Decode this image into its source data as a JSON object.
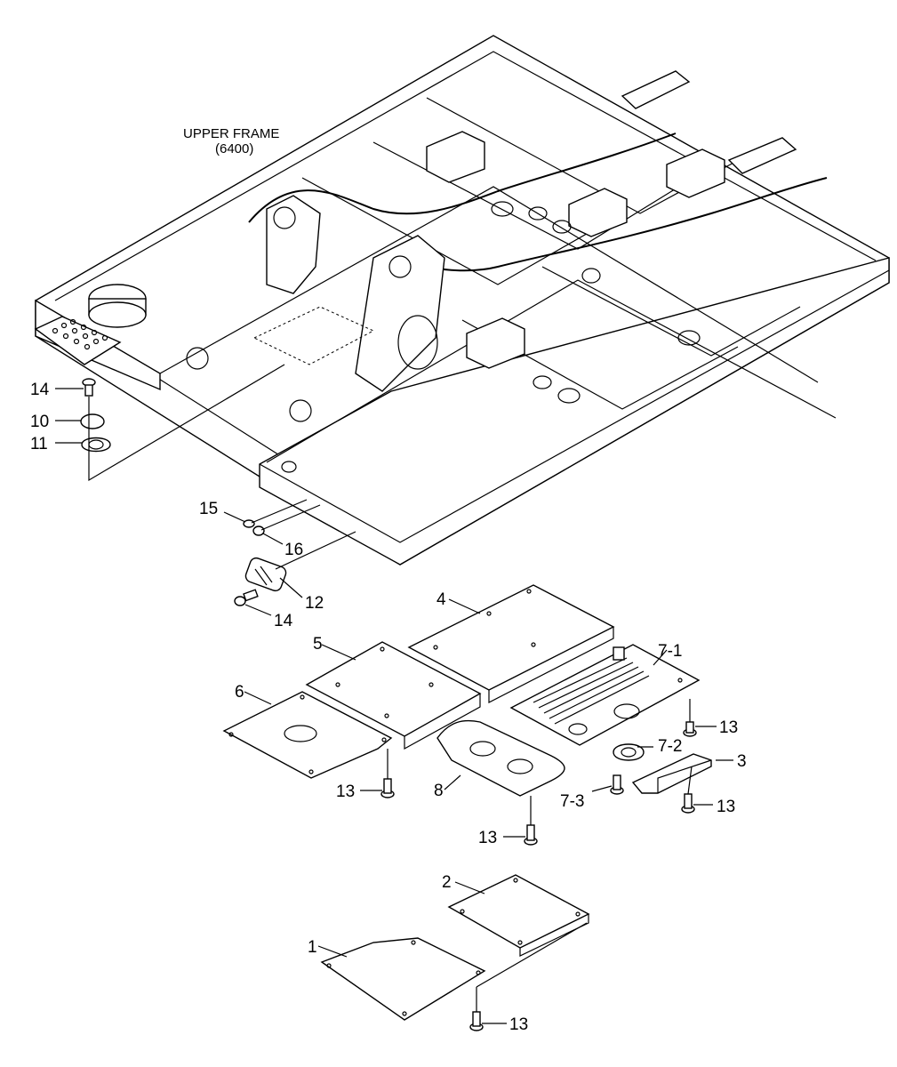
{
  "title": {
    "line1": "UPPER FRAME",
    "line2": "(6400)"
  },
  "callouts": [
    {
      "id": "14a",
      "text": "14"
    },
    {
      "id": "10",
      "text": "10"
    },
    {
      "id": "11",
      "text": "11"
    },
    {
      "id": "15",
      "text": "15"
    },
    {
      "id": "16",
      "text": "16"
    },
    {
      "id": "12",
      "text": "12"
    },
    {
      "id": "14b",
      "text": "14"
    },
    {
      "id": "4",
      "text": "4"
    },
    {
      "id": "5",
      "text": "5"
    },
    {
      "id": "7-1",
      "text": "7-1"
    },
    {
      "id": "6",
      "text": "6"
    },
    {
      "id": "13a",
      "text": "13"
    },
    {
      "id": "7-2",
      "text": "7-2"
    },
    {
      "id": "3",
      "text": "3"
    },
    {
      "id": "8",
      "text": "8"
    },
    {
      "id": "13b",
      "text": "13"
    },
    {
      "id": "7-3",
      "text": "7-3"
    },
    {
      "id": "13c",
      "text": "13"
    },
    {
      "id": "13d",
      "text": "13"
    },
    {
      "id": "2",
      "text": "2"
    },
    {
      "id": "1",
      "text": "1"
    },
    {
      "id": "13e",
      "text": "13"
    }
  ]
}
